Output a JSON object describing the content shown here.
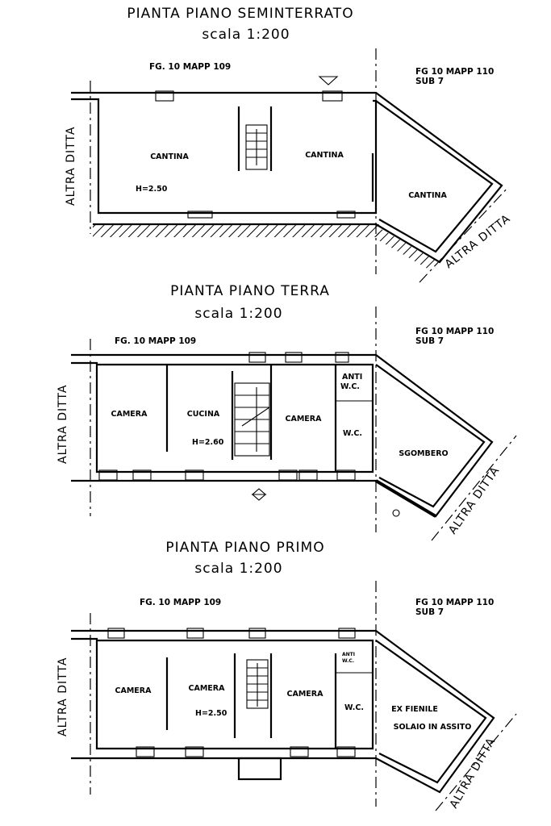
{
  "floors": [
    {
      "title": "PIANTA PIANO SEMINTERRATO",
      "scale": "scala 1:200",
      "ref_left": "FG. 10 MAPP 109",
      "ref_right_1": "FG 10 MAPP 110",
      "ref_right_2": "SUB 7",
      "side_left": "ALTRA DITTA",
      "side_right": "ALTRA DITTA",
      "rooms": [
        "CANTINA",
        "CANTINA",
        "CANTINA"
      ],
      "height": "H=2.50"
    },
    {
      "title": "PIANTA PIANO TERRA",
      "scale": "scala 1:200",
      "ref_left": "FG. 10 MAPP 109",
      "ref_right_1": "FG 10 MAPP 110",
      "ref_right_2": "SUB 7",
      "side_left": "ALTRA DITTA",
      "side_right": "ALTRA DITTA",
      "rooms": [
        "CAMERA",
        "CUCINA",
        "CAMERA",
        "W.C.",
        "SGOMBERO"
      ],
      "anti_wc_1": "ANTI",
      "anti_wc_2": "W.C.",
      "height": "H=2.60"
    },
    {
      "title": "PIANTA PIANO PRIMO",
      "scale": "scala 1:200",
      "ref_left": "FG. 10 MAPP 109",
      "ref_right_1": "FG 10 MAPP 110",
      "ref_right_2": "SUB 7",
      "side_left": "ALTRA DITTA",
      "side_right": "ALTRA DITTA",
      "rooms": [
        "CAMERA",
        "CAMERA",
        "CAMERA",
        "W.C.",
        "EX FIENILE",
        "SOLAIO IN ASSITO"
      ],
      "anti_wc_1": "ANTI",
      "anti_wc_2": "W.C.",
      "height": "H=2.50"
    }
  ]
}
